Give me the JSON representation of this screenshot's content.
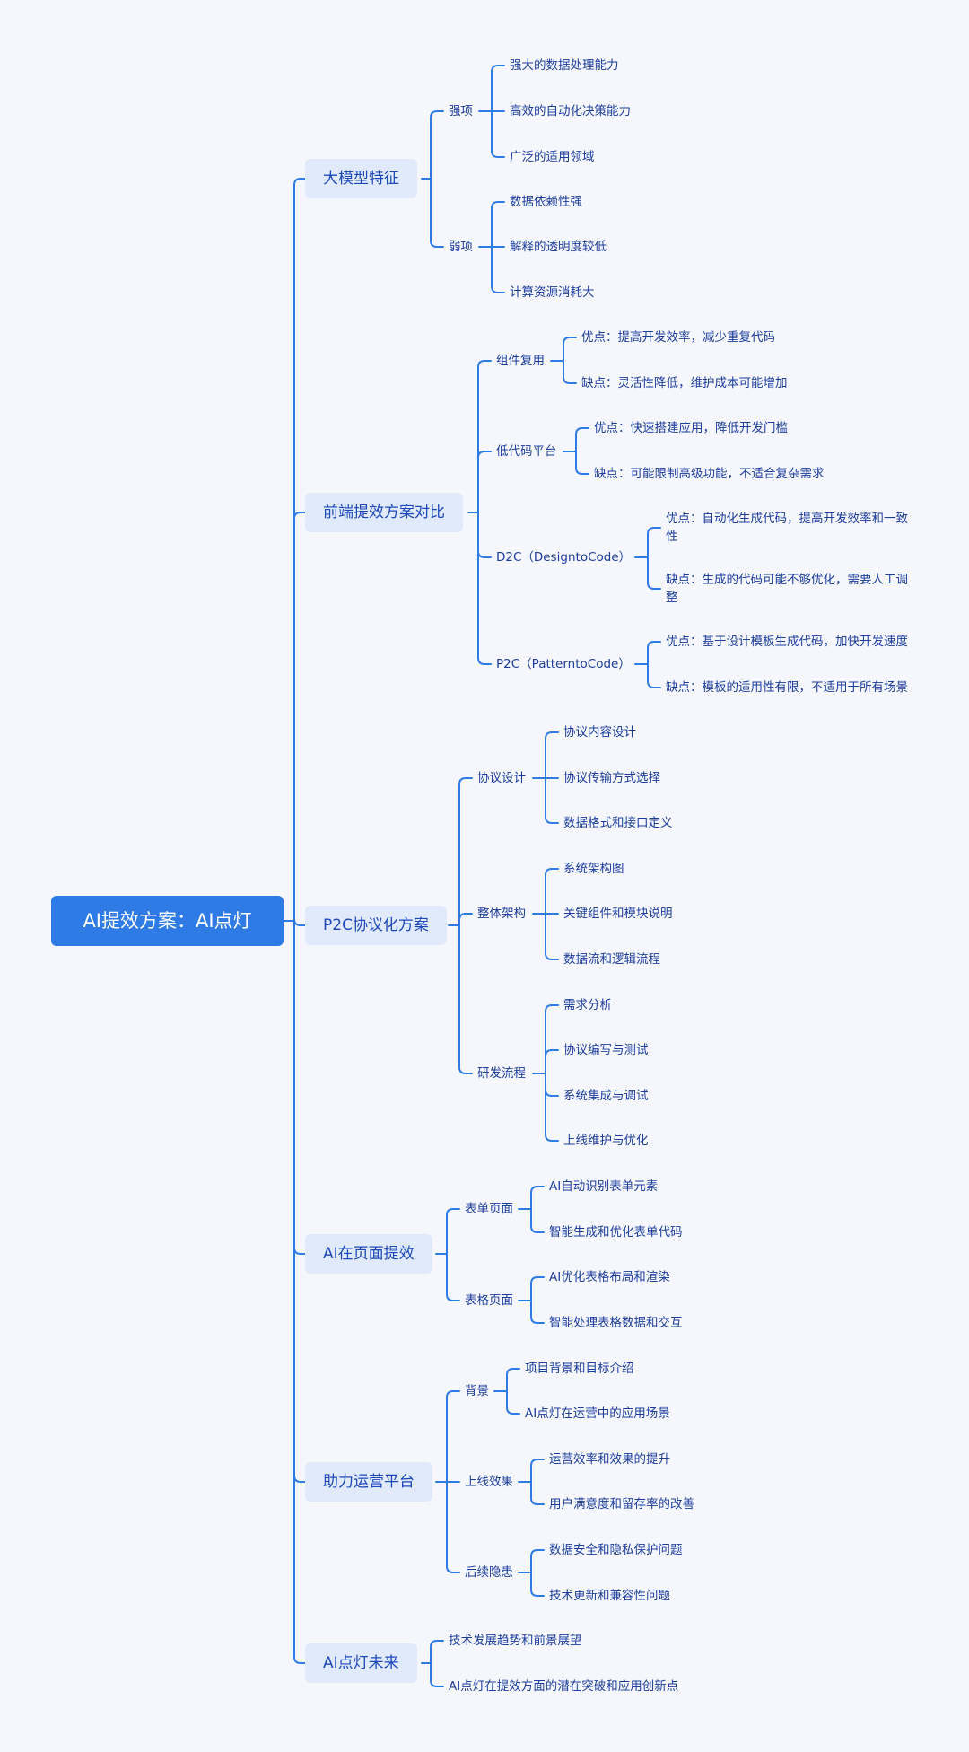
{
  "root": "AI提效方案：AI点灯",
  "branches": [
    {
      "label": "大模型特征",
      "children": [
        {
          "label": "强项",
          "children": [
            "强大的数据处理能力",
            "高效的自动化决策能力",
            "广泛的适用领域"
          ]
        },
        {
          "label": "弱项",
          "children": [
            "数据依赖性强",
            "解释的透明度较低",
            "计算资源消耗大"
          ]
        }
      ]
    },
    {
      "label": "前端提效方案对比",
      "children": [
        {
          "label": "组件复用",
          "children": [
            "优点：提高开发效率，减少重复代码",
            "缺点：灵活性降低，维护成本可能增加"
          ]
        },
        {
          "label": "低代码平台",
          "children": [
            "优点：快速搭建应用，降低开发门槛",
            "缺点：可能限制高级功能，不适合复杂需求"
          ]
        },
        {
          "label": "D2C（DesigntoCode）",
          "children": [
            "优点：自动化生成代码，提高开发效率和一致性",
            "缺点：生成的代码可能不够优化，需要人工调整"
          ]
        },
        {
          "label": "P2C（PatterntoCode）",
          "children": [
            "优点：基于设计模板生成代码，加快开发速度",
            "缺点：模板的适用性有限，不适用于所有场景"
          ]
        }
      ]
    },
    {
      "label": "P2C协议化方案",
      "children": [
        {
          "label": "协议设计",
          "children": [
            "协议内容设计",
            "协议传输方式选择",
            "数据格式和接口定义"
          ]
        },
        {
          "label": "整体架构",
          "children": [
            "系统架构图",
            "关键组件和模块说明",
            "数据流和逻辑流程"
          ]
        },
        {
          "label": "研发流程",
          "children": [
            "需求分析",
            "协议编写与测试",
            "系统集成与调试",
            "上线维护与优化"
          ]
        }
      ]
    },
    {
      "label": "AI在页面提效",
      "children": [
        {
          "label": "表单页面",
          "children": [
            "AI自动识别表单元素",
            "智能生成和优化表单代码"
          ]
        },
        {
          "label": "表格页面",
          "children": [
            "AI优化表格布局和渲染",
            "智能处理表格数据和交互"
          ]
        }
      ]
    },
    {
      "label": "助力运营平台",
      "children": [
        {
          "label": "背景",
          "children": [
            "项目背景和目标介绍",
            "AI点灯在运营中的应用场景"
          ]
        },
        {
          "label": "上线效果",
          "children": [
            "运营效率和效果的提升",
            "用户满意度和留存率的改善"
          ]
        },
        {
          "label": "后续隐患",
          "children": [
            "数据安全和隐私保护问题",
            "技术更新和兼容性问题"
          ]
        }
      ]
    },
    {
      "label": "AI点灯未来",
      "children": [
        "技术发展趋势和前景展望",
        "AI点灯在提效方面的潜在突破和应用创新点"
      ]
    }
  ]
}
